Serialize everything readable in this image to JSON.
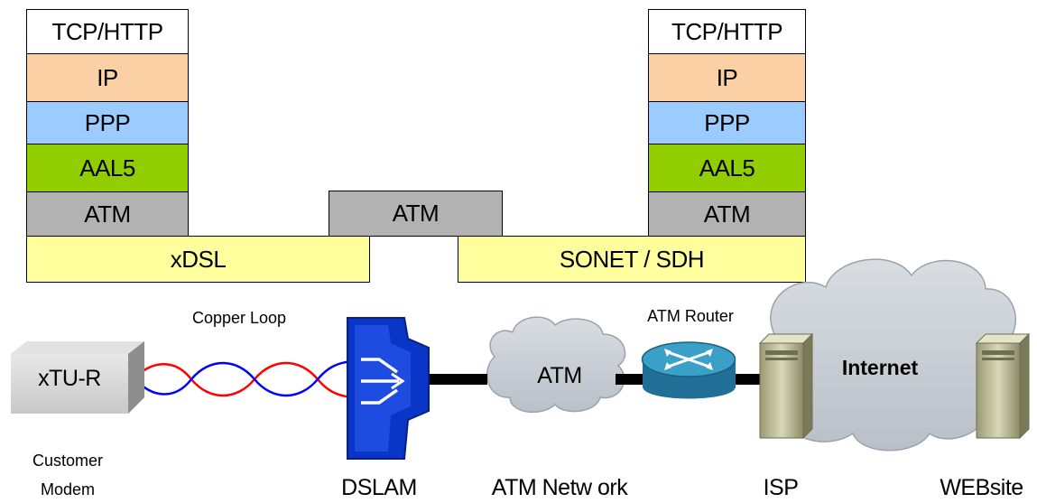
{
  "colors": {
    "app": "#ffffff",
    "ip": "#fbd0a5",
    "ppp": "#9ccbff",
    "aal5": "#92cd00",
    "atm": "#b2b2b2",
    "physical": "#ffff9e",
    "copper_red": "#ff0000",
    "copper_blue": "#0000ff",
    "dslam": "#0033cc",
    "router": "#2a8fb4"
  },
  "left_stack": {
    "app": "TCP/HTTP",
    "ip": "IP",
    "ppp": "PPP",
    "aal5": "AAL5",
    "atm": "ATM"
  },
  "right_stack": {
    "app": "TCP/HTTP",
    "ip": "IP",
    "ppp": "PPP",
    "aal5": "AAL5",
    "atm": "ATM"
  },
  "middle_atm": "ATM",
  "xdsl": "xDSL",
  "sonet": "SONET / SDH",
  "network": {
    "modem_box": "xTU-R",
    "copper_loop": "Copper Loop",
    "atm_cloud": "ATM",
    "atm_router": "ATM Router",
    "internet": "Internet"
  },
  "captions": {
    "customer_modem_line1": "Customer",
    "customer_modem_line2": "Modem",
    "dslam": "DSLAM",
    "atm_network": "ATM Netw ork",
    "isp": "ISP",
    "website": "WEBsite"
  },
  "icons": {
    "modem": "modem-box-icon",
    "dslam": "dslam-icon",
    "router": "router-icon",
    "server": "server-icon",
    "cloud": "cloud-icon"
  }
}
